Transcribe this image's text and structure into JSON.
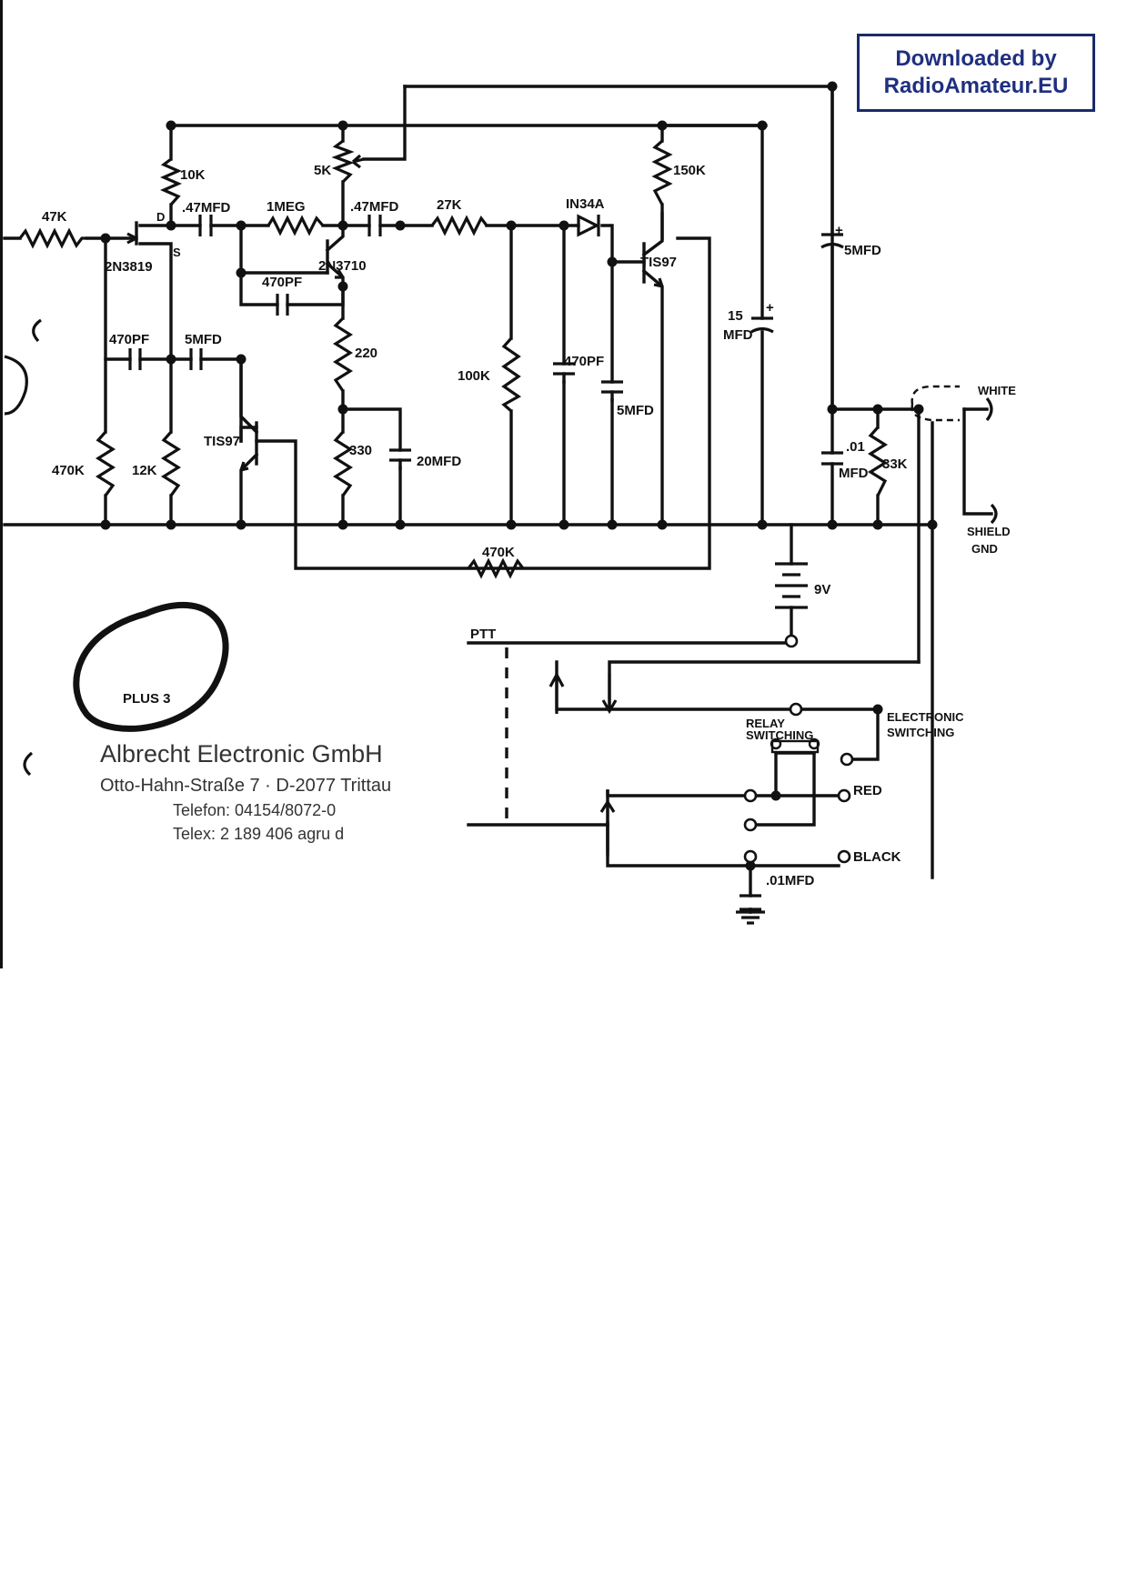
{
  "banner": {
    "line1": "Downloaded by",
    "line2": "RadioAmateur.EU"
  },
  "circled_note": "PLUS 3",
  "company": {
    "name": "Albrecht Electronic GmbH",
    "address": "Otto-Hahn-Straße 7 · D-2077 Trittau",
    "phone": "Telefon: 04154/8072-0",
    "telex": "Telex: 2 189 406 agru d"
  },
  "labels": {
    "r47k": "47K",
    "jfet": "2N3819",
    "d": "D",
    "s": "S",
    "r10k": "10K",
    "c047a": ".47MFD",
    "r1meg": "1MEG",
    "pot5k": "5K",
    "c047b": ".47MFD",
    "r27k": "27K",
    "diode": "IN34A",
    "r150k": "150K",
    "c5mfd_top": "5MFD",
    "q1": "2N3710",
    "c470pf_a": "470PF",
    "c470pf_b": "470PF",
    "c5mfd_b": "5MFD",
    "r220": "220",
    "r100k": "100K",
    "c470pf_c": "470PF",
    "c5mfd_c": "5MFD",
    "c15_a": "15",
    "c15_b": "MFD",
    "q2": "TIS97",
    "q3": "TIS97",
    "r330": "330",
    "c20mfd": "20MFD",
    "r470k_a": "470K",
    "r12k": "12K",
    "c01_a": ".01",
    "c01_b": "MFD",
    "r33k": "33K",
    "white": "WHITE",
    "shield": "SHIELD",
    "gnd": "GND",
    "r470k_b": "470K",
    "batt": "9V",
    "ptt": "PTT",
    "relay_a": "RELAY",
    "relay_b": "SWITCHING",
    "elec_a": "ELECTRONIC",
    "elec_b": "SWITCHING",
    "red": "RED",
    "black": "BLACK",
    "c001": ".01MFD"
  }
}
